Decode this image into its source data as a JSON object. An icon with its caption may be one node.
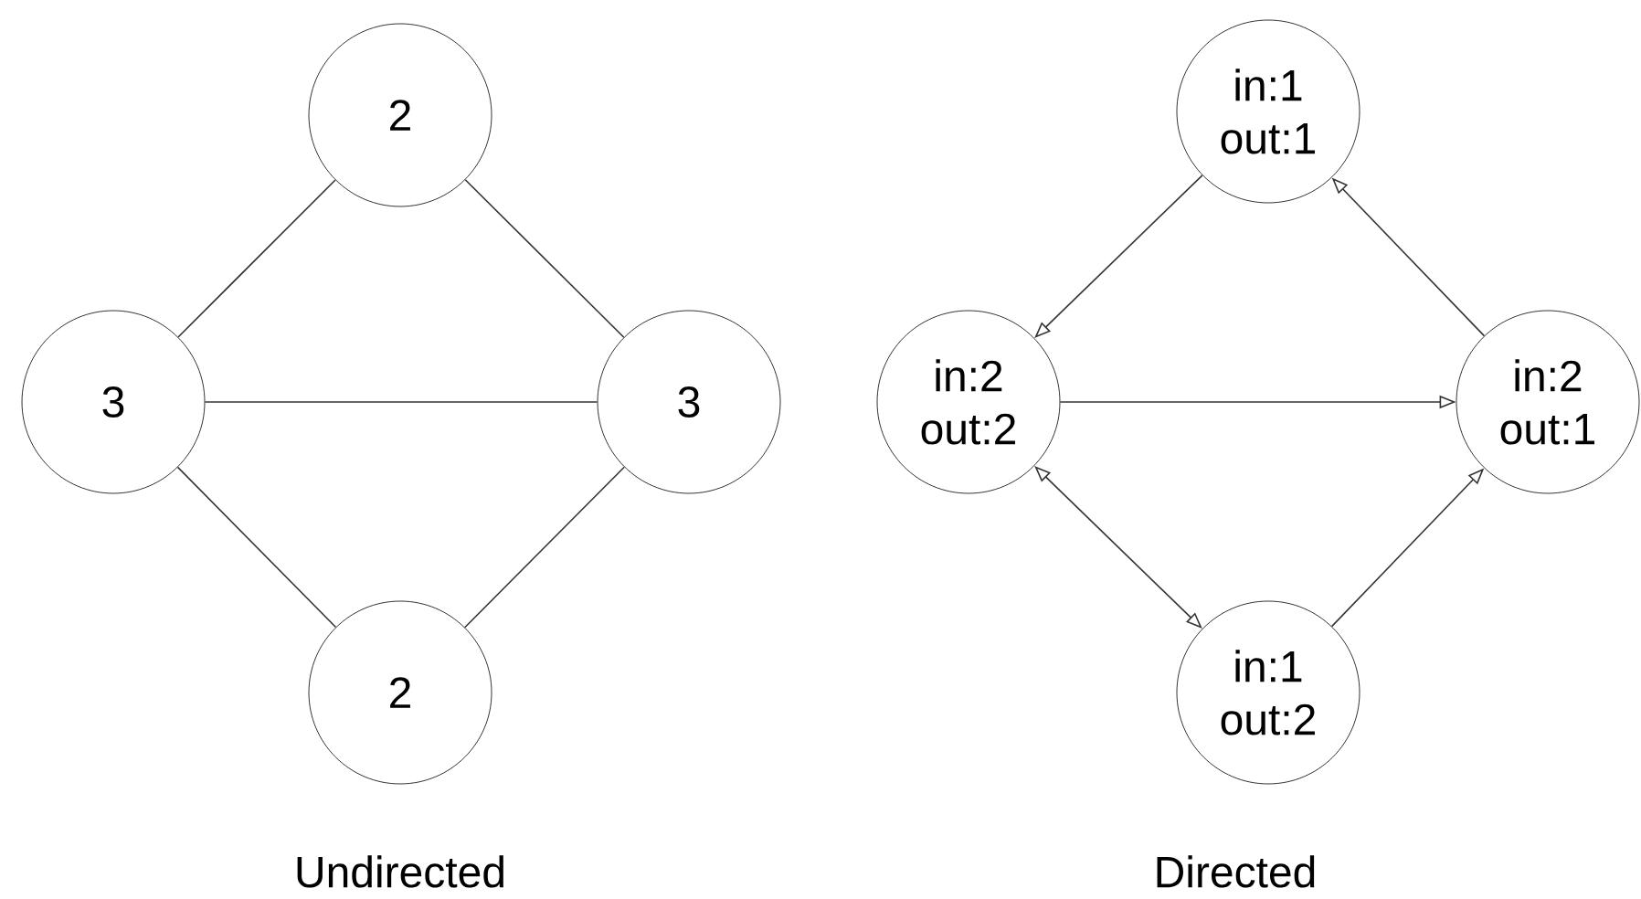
{
  "diagram": {
    "nodes": [
      {
        "text": [
          "2"
        ]
      },
      {
        "text": [
          "3"
        ]
      },
      {
        "text": [
          "3"
        ]
      },
      {
        "text": [
          "2"
        ]
      },
      {
        "text": [
          "in:1 out:1"
        ]
      },
      {
        "text": [
          "in:2 out:2"
        ]
      },
      {
        "text": [
          "in:2 out:1"
        ]
      },
      {
        "text": [
          "in:1 out:2"
        ]
      }
    ],
    "edges": [
      {
        "from": 0,
        "to": 1,
        "arrow": "none"
      },
      {
        "from": 0,
        "to": 2,
        "arrow": "none"
      },
      {
        "from": 1,
        "to": 2,
        "arrow": "none"
      },
      {
        "from": 1,
        "to": 3,
        "arrow": "none"
      },
      {
        "from": 2,
        "to": 3,
        "arrow": "none"
      },
      {
        "from": 4,
        "to": 5,
        "arrow": "to"
      },
      {
        "from": 6,
        "to": 4,
        "arrow": "to"
      },
      {
        "from": 5,
        "to": 6,
        "arrow": "to"
      },
      {
        "from": 5,
        "to": 7,
        "arrow": "both"
      },
      {
        "from": 7,
        "to": 6,
        "arrow": "to"
      }
    ],
    "labels": [
      "Undirected",
      "Directed"
    ]
  }
}
